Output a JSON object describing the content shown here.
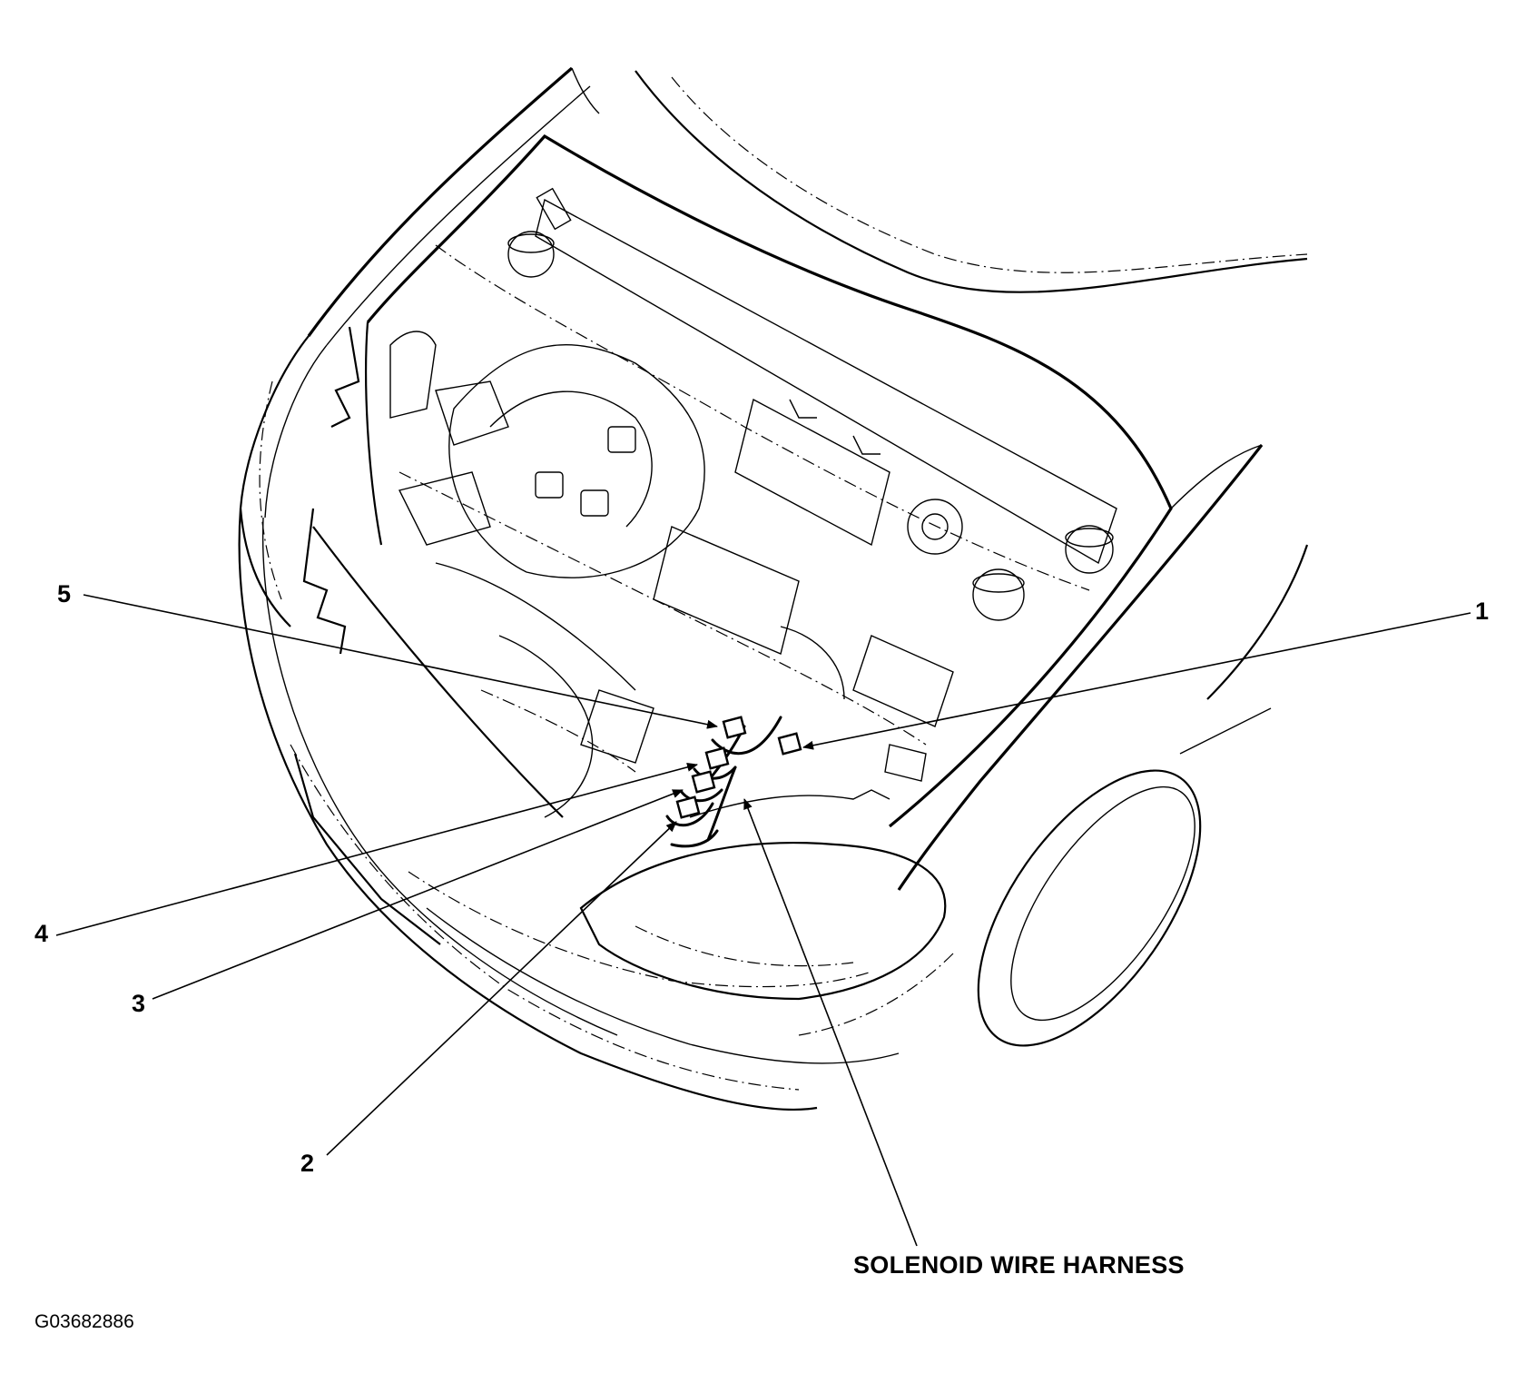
{
  "callouts": [
    {
      "id": "1",
      "label": "1"
    },
    {
      "id": "2",
      "label": "2"
    },
    {
      "id": "3",
      "label": "3"
    },
    {
      "id": "4",
      "label": "4"
    },
    {
      "id": "5",
      "label": "5"
    }
  ],
  "caption": "SOLENOID WIRE HARNESS",
  "figure_id": "G03682886"
}
